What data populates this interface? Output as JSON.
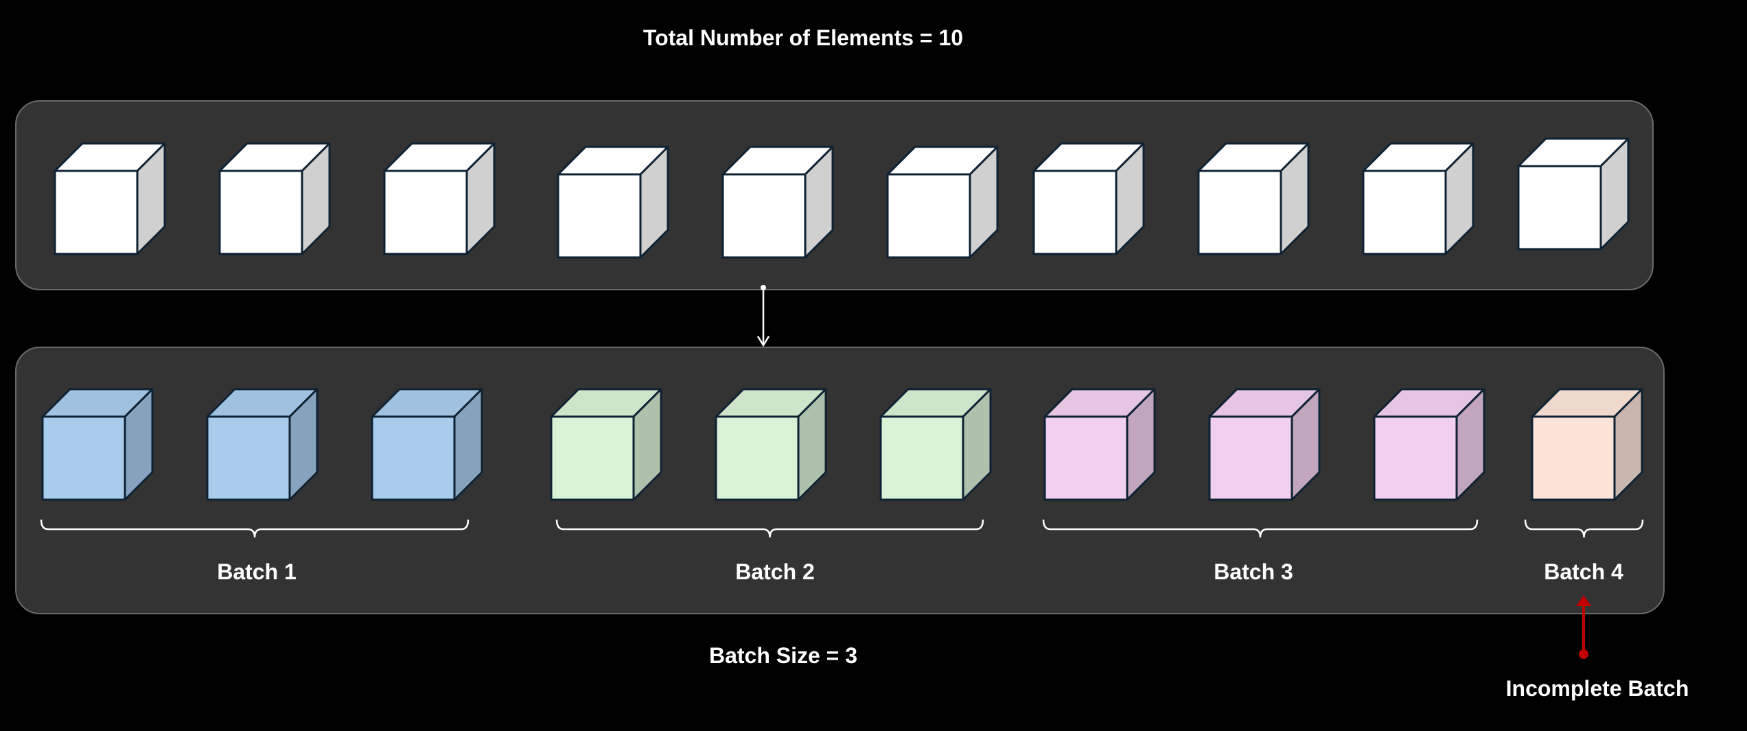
{
  "title": "Total Number of Elements = 10",
  "batch_size_label": "Batch Size = 3",
  "incomplete_label": "Incomplete Batch",
  "colors": {
    "background": "#000000",
    "panel": "#333333",
    "element": "#ffffff",
    "batch1": "#a9cbec",
    "batch2": "#d9f1d4",
    "batch3": "#f1cfee",
    "batch4": "#fce3d7",
    "arrow_incomplete": "#c00000"
  },
  "elements_count": 10,
  "batches": [
    {
      "label": "Batch 1",
      "count": 3,
      "color": "#a9cbec"
    },
    {
      "label": "Batch 2",
      "count": 3,
      "color": "#d9f1d4"
    },
    {
      "label": "Batch 3",
      "count": 3,
      "color": "#f1cfee"
    },
    {
      "label": "Batch 4",
      "count": 1,
      "color": "#fce3d7"
    }
  ]
}
